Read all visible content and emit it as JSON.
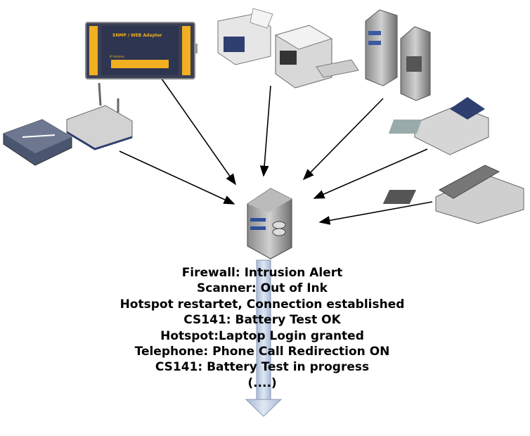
{
  "adapter": {
    "title": "SNMP / WEB Adapter",
    "field_label": "IP Address"
  },
  "messages": [
    "Firewall: Intrusion Alert",
    "Scanner: Out of Ink",
    "Hotspot restartet, Connection established",
    "CS141: Battery Test OK",
    "Hotspot:Laptop Login granted",
    "Telephone: Phone Call Redirection ON",
    "CS141: Battery Test in progress",
    "(....)"
  ],
  "colors": {
    "flow_arrow": "#b8c8e0",
    "adapter_body": "#2e3550",
    "adapter_accent": "#f0b020"
  }
}
